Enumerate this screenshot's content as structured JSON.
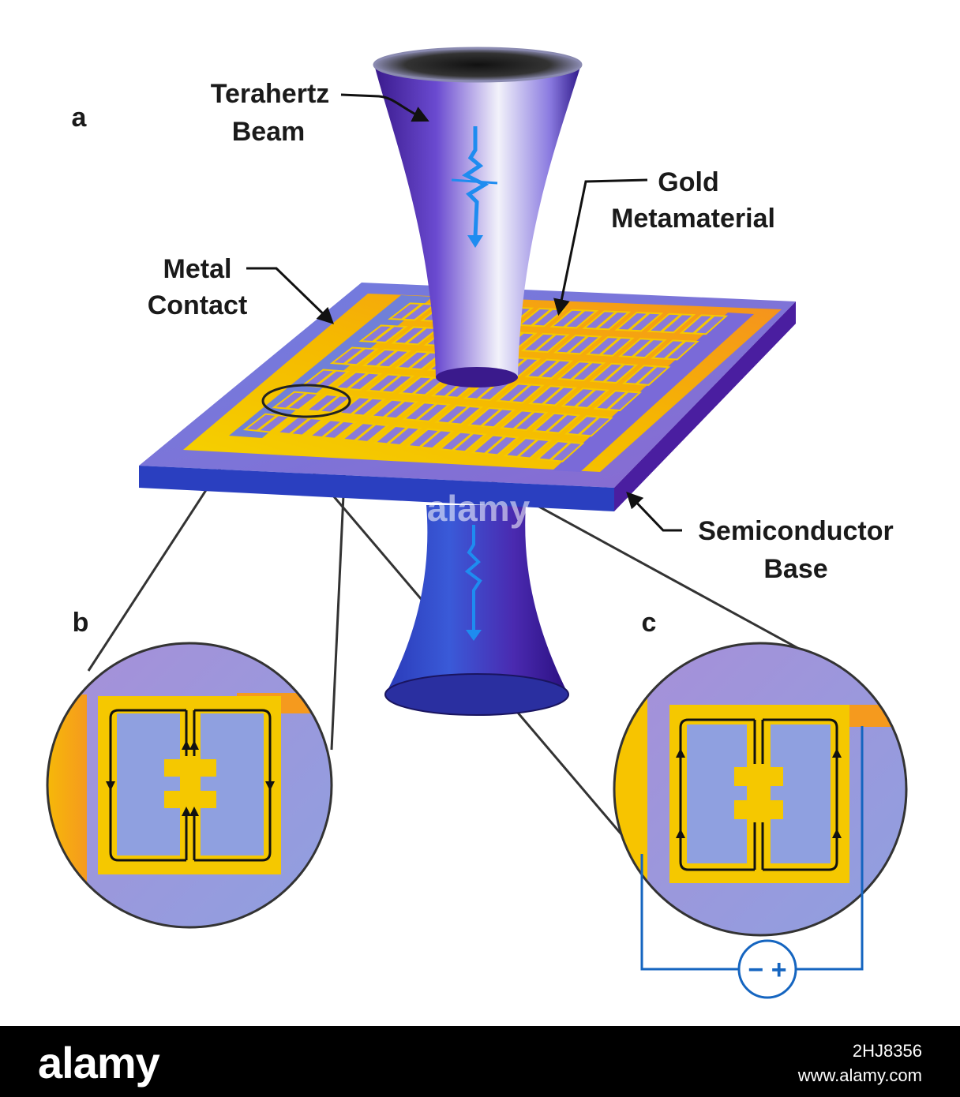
{
  "figure": {
    "panel_labels": {
      "a": "a",
      "b": "b",
      "c": "c"
    },
    "labels": {
      "terahertz_line1": "Terahertz",
      "terahertz_line2": "Beam",
      "gold_line1": "Gold",
      "gold_line2": "Metamaterial",
      "metal_line1": "Metal",
      "metal_line2": "Contact",
      "semi_line1": "Semiconductor",
      "semi_line2": "Base"
    },
    "battery_symbol": "− +",
    "watermark": "alamy"
  },
  "colors": {
    "beam_purple": "#3d1a9e",
    "beam_light": "#e8e6f5",
    "gold": "#f5c400",
    "gold_orange": "#f59a1e",
    "substrate": "#7a7bd6",
    "substrate_edge": "#2a3fc0",
    "wave_blue": "#1e8cf0",
    "circuit_blue": "#1565c0"
  },
  "footer": {
    "logo": "alamy",
    "image_id": "2HJ8356",
    "site": "www.alamy.com"
  }
}
